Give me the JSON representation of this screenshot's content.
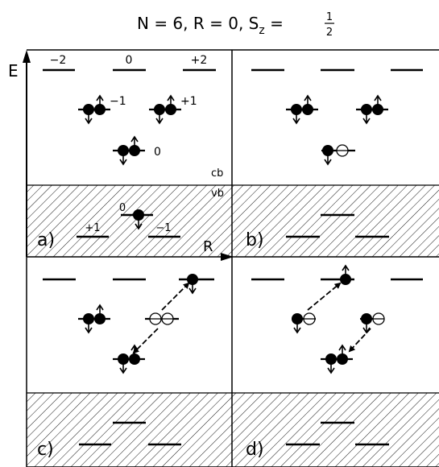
{
  "title": {
    "prefix": "N = 6, R = 0,  S",
    "sub": "z",
    "eq": " = ",
    "frac_num": "1",
    "frac_den": "2"
  },
  "axes": {
    "energy": "E",
    "position": "R"
  },
  "bands": {
    "conduction": "cb",
    "valence": "vb"
  },
  "panels": {
    "a": "a)",
    "b": "b)",
    "c": "c)",
    "d": "d)"
  },
  "level_labels": {
    "cb_left": "−2",
    "cb_mid": "0",
    "cb_right": "+2",
    "vb_left": "+1",
    "vb_mid": "0",
    "vb_right": "−1",
    "pair_left": "−1",
    "pair_right": "+1",
    "pair_bottom": "0"
  }
}
